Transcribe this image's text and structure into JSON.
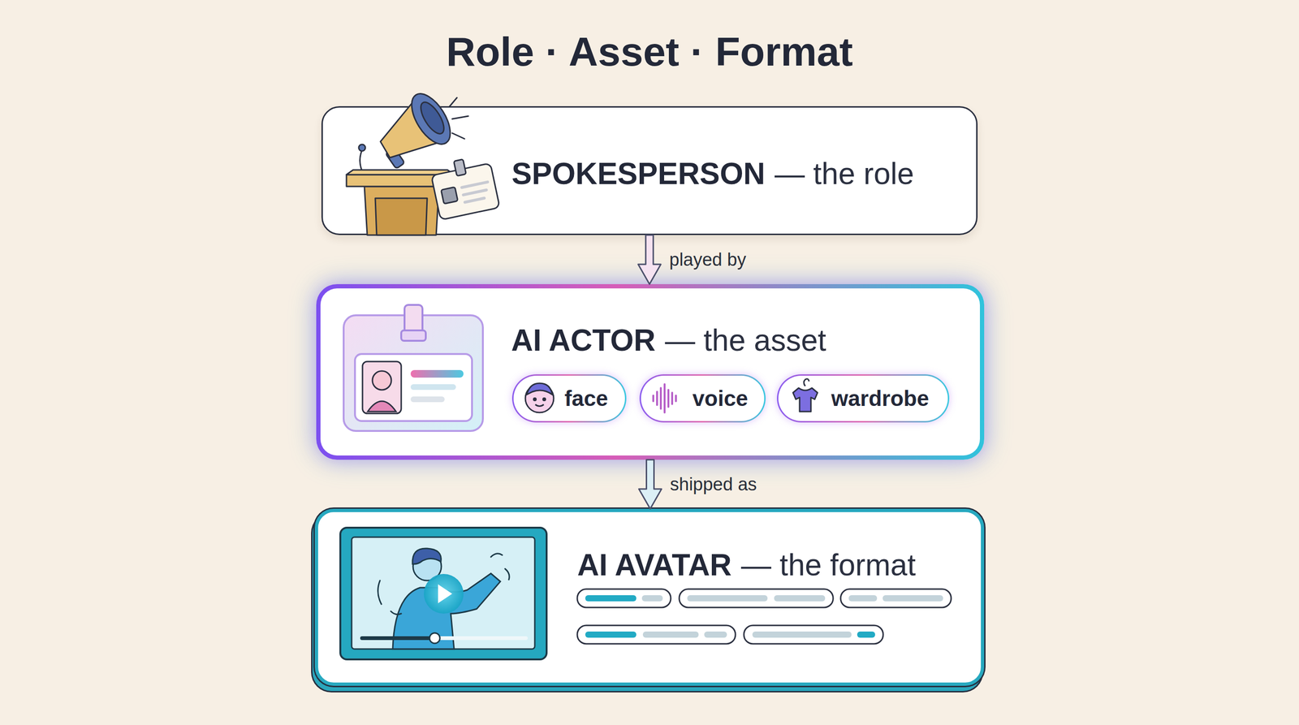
{
  "diagram": {
    "title": "Role · Asset · Format",
    "nodes": [
      {
        "text": [
          "SPOKESPERSON",
          "— the role"
        ]
      },
      {
        "text": [
          "AI ACTOR",
          "— the asset"
        ]
      },
      {
        "text": [
          "face"
        ],
        "in": 1
      },
      {
        "text": [
          "voice"
        ],
        "in": 1
      },
      {
        "text": [
          "wardrobe"
        ],
        "in": 1
      },
      {
        "text": [
          "AI AVATAR",
          "— the format"
        ]
      }
    ],
    "edges": [
      {
        "from": 0,
        "to": 1,
        "label": "played by",
        "arrow": "to"
      },
      {
        "from": 1,
        "to": 5,
        "label": "shipped as",
        "arrow": "to"
      }
    ]
  }
}
